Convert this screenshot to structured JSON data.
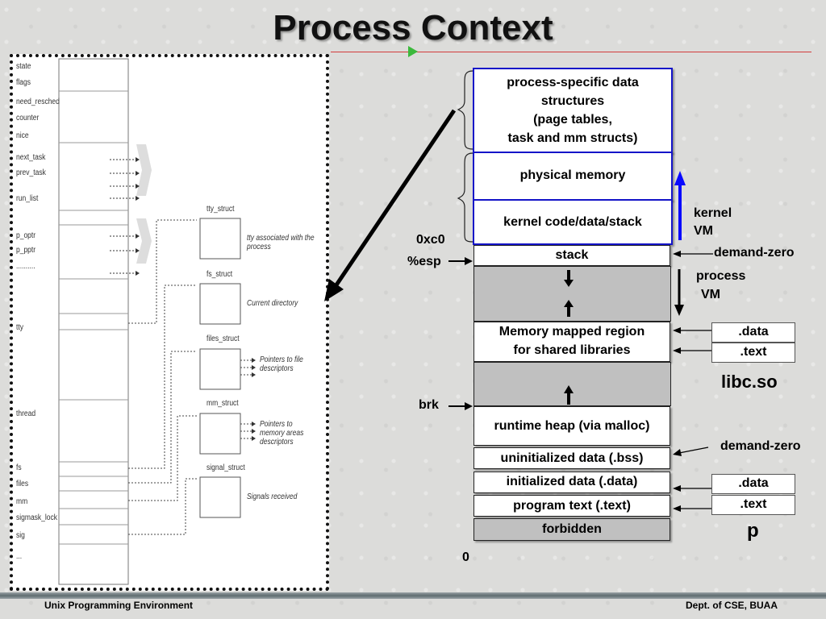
{
  "title": "Process Context",
  "task_struct": {
    "fields": [
      "state",
      "flags",
      "need_resched",
      "counter",
      "nice",
      "next_task",
      "prev_task",
      "run_list",
      "p_optr",
      "p_pptr",
      "..........",
      "tty",
      "thread",
      "fs",
      "files",
      "mm",
      "sigmask_lock",
      "sig",
      "..."
    ],
    "structs": [
      {
        "name": "tty_struct",
        "desc": "tty associated with the process"
      },
      {
        "name": "fs_struct",
        "desc": "Current directory"
      },
      {
        "name": "files_struct",
        "desc": "Pointers to file descriptors"
      },
      {
        "name": "mm_struct",
        "desc": "Pointers to memory areas descriptors"
      },
      {
        "name": "signal_struct",
        "desc": "Signals received"
      }
    ]
  },
  "memory": {
    "regions": {
      "process_specific": [
        "process-specific data",
        "structures",
        "(page tables,",
        "task and mm structs)"
      ],
      "physical_memory": "physical memory",
      "kernel_code": "kernel code/data/stack",
      "stack": "stack",
      "mmap": [
        "Memory mapped region",
        "for shared libraries"
      ],
      "heap": "runtime heap (via malloc)",
      "bss": "uninitialized data (.bss)",
      "data": "initialized data (.data)",
      "text": "program text (.text)",
      "forbidden": "forbidden"
    },
    "labels": {
      "addr_0xc0": "0xc0",
      "esp": "%esp",
      "brk": "brk",
      "zero": "0",
      "kernel_vm": [
        "kernel",
        "VM"
      ],
      "process_vm": [
        "process",
        "VM"
      ],
      "demand_zero_top": "demand-zero",
      "demand_zero_bottom": "demand-zero",
      "libc_data": ".data",
      "libc_text": ".text",
      "libc": "libc.so",
      "p_data": ".data",
      "p_text": ".text",
      "p": "p"
    },
    "colors": {
      "kernel_border": "#1414c8",
      "gray_region": "#c0c0c0",
      "arrow_blue": "#0a0aff"
    }
  },
  "footer": {
    "left": "Unix Programming Environment",
    "right": "Dept. of CSE, BUAA"
  }
}
